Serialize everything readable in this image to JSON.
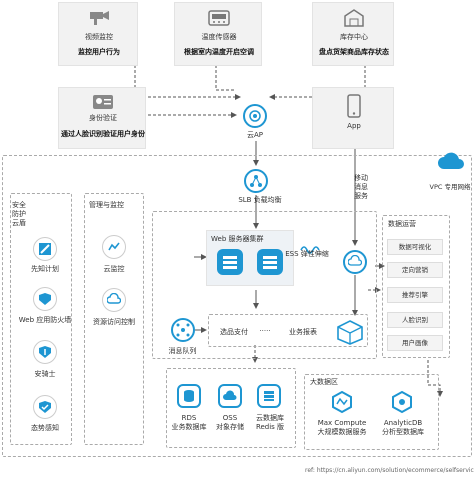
{
  "top_sources": [
    {
      "name": "视频监控",
      "caption": "监控用户行为",
      "icon": "camera-icon"
    },
    {
      "name": "温度传感器",
      "caption": "根据室内温度开启空调",
      "icon": "thermostat-icon"
    },
    {
      "name": "库存中心",
      "caption": "盘点货架商品库存状态",
      "icon": "warehouse-icon"
    },
    {
      "name": "身份验证",
      "caption": "通过人脸识别验证用户身份",
      "icon": "id-card-icon"
    },
    {
      "name": "App",
      "icon": "phone-icon"
    }
  ],
  "cloud_ap": "云AP",
  "mobile_service": "移动\n消息\n服务",
  "slb": "SLB 负载均衡",
  "vpc": "VPC 专用网络",
  "security": {
    "title": "安全\n防护\n云盾",
    "items": [
      "先知计划",
      "Web 应用防火墙",
      "安骑士",
      "态势感知"
    ]
  },
  "management": {
    "title": "管理与监控",
    "items": [
      "云监控",
      "资源访问控制"
    ]
  },
  "web_cluster": "Web 服务器集群",
  "ess": "ESS 弹性伸缩",
  "message_queue": "消息队列",
  "services": {
    "a": "选品支付",
    "dots": "·····",
    "b": "业务报表"
  },
  "data_ops": {
    "title": "数据运营",
    "items": [
      "数据可视化",
      "定向营销",
      "推荐引擎",
      "人脸识别",
      "用户画像"
    ]
  },
  "storage": [
    {
      "label": "RDS\n业务数据库",
      "icon": "rds-icon"
    },
    {
      "label": "OSS\n对象存储",
      "icon": "oss-icon"
    },
    {
      "label": "云数据库\nRedis 版",
      "icon": "redis-icon"
    }
  ],
  "bigdata": {
    "title": "大数据区",
    "items": [
      {
        "label": "Max Compute\n大规模数据服务",
        "icon": "maxcompute-icon"
      },
      {
        "label": "AnalyticDB\n分析型数据库",
        "icon": "analyticdb-icon"
      }
    ]
  },
  "ref": "ref:  https://cn.aliyun.com/solution/ecommerce/selfservice",
  "colors": {
    "accent": "#1e96d2",
    "card": "#f2f2f2",
    "dash": "#aaaaaa"
  }
}
